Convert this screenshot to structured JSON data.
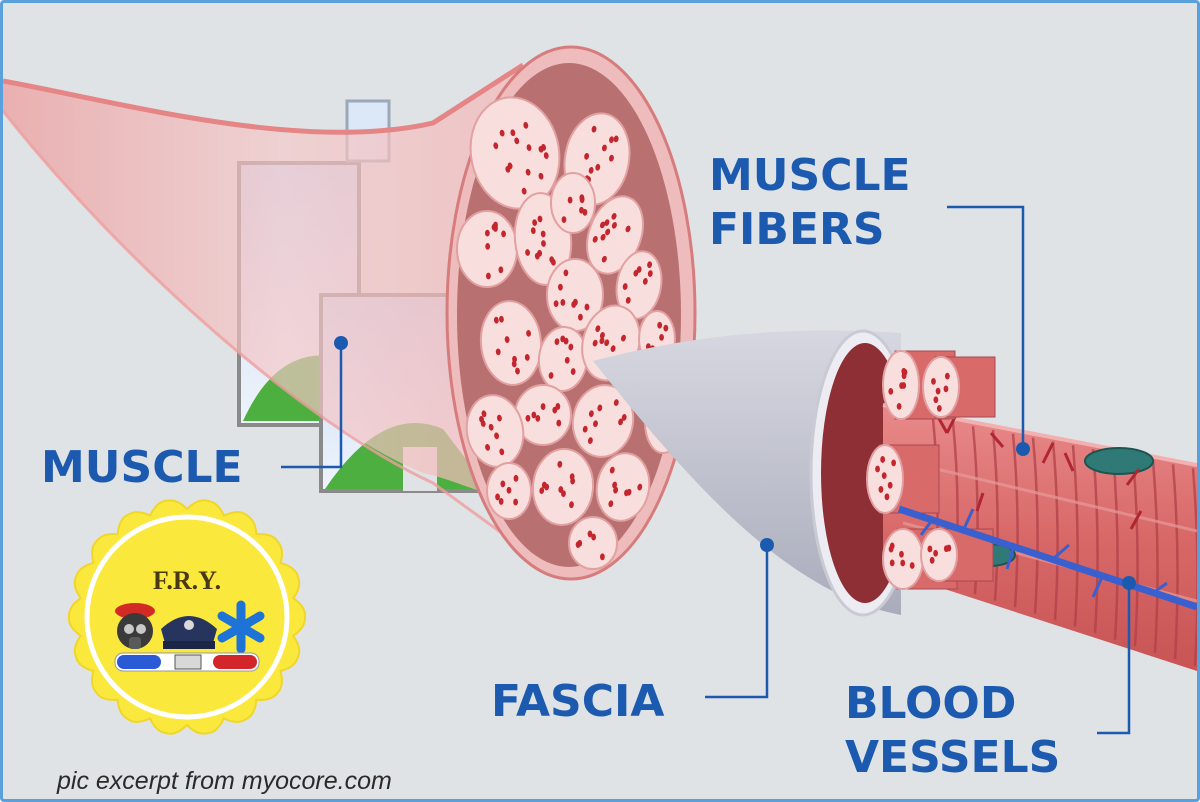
{
  "labels": {
    "muscle": "MUSCLE",
    "fibers_line1": "MUSCLE",
    "fibers_line2": "FIBERS",
    "fascia": "FASCIA",
    "vessels_line1": "BLOOD",
    "vessels_line2": "VESSELS"
  },
  "logo": {
    "text": "F.R.Y."
  },
  "credit": "pic excerpt from myocore.com",
  "colors": {
    "label_blue": "#1c5ab0",
    "background": "#dfe3e6",
    "muscle_pink": "#f0a8a8",
    "fascia_grey": "#c4c6d2",
    "fiber_red": "#d86868",
    "vessel_blue": "#3a5fcf",
    "badge_yellow": "#fbe83c",
    "frame_blue": "#5aa0dc"
  },
  "icons": [
    "firefighter-icon",
    "police-cap-icon",
    "star-of-life-icon",
    "light-bar-icon",
    "broken-image-placeholder-icon"
  ]
}
